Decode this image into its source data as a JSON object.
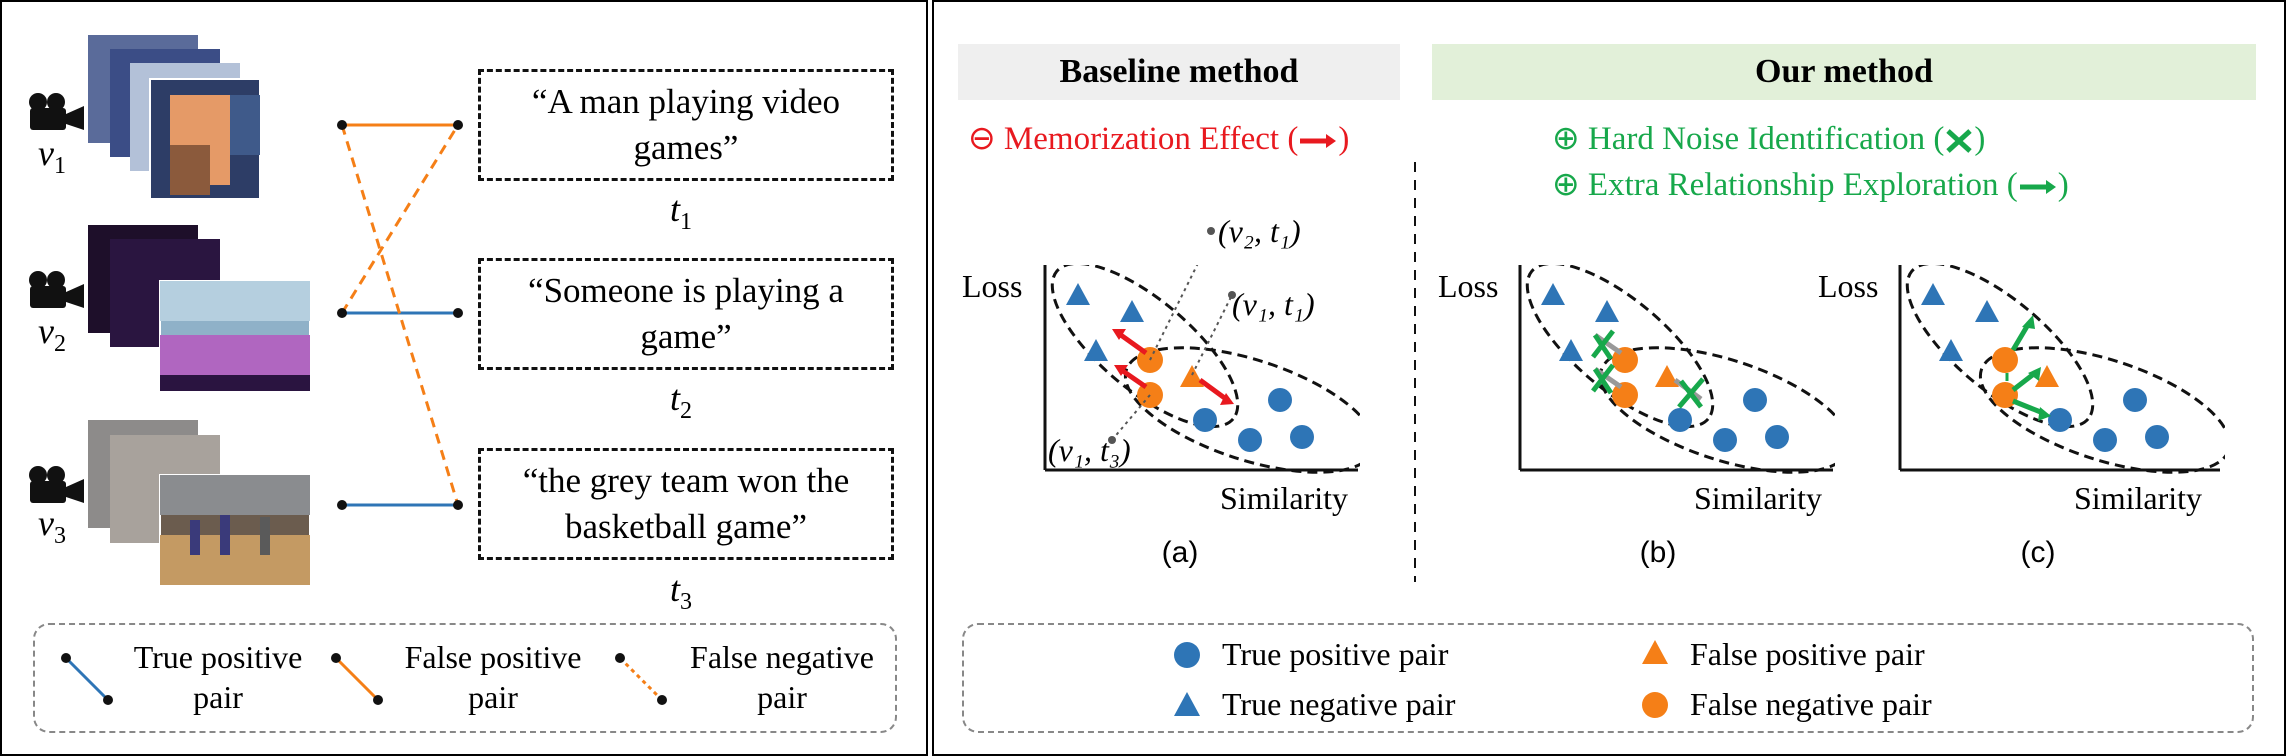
{
  "left": {
    "videos": [
      {
        "label": "v",
        "sub": "1"
      },
      {
        "label": "v",
        "sub": "2"
      },
      {
        "label": "v",
        "sub": "3"
      }
    ],
    "texts": [
      {
        "content": "“A man playing video games”",
        "label": "t",
        "sub": "1"
      },
      {
        "content": "“Someone is playing a game”",
        "label": "t",
        "sub": "2"
      },
      {
        "content": "“the grey team won the basketball game”",
        "label": "t",
        "sub": "3"
      }
    ],
    "legend": {
      "true_pos": "True positive pair",
      "false_pos": "False positive pair",
      "false_neg": "False negative pair"
    }
  },
  "right": {
    "baseline_header": "Baseline method",
    "our_header": "Our method",
    "memorization": "Memorization Effect (",
    "hard_noise": "Hard Noise Identification (",
    "extra_rel": "Extra Relationship Exploration (",
    "close_paren": ")",
    "circle_minus": "⊖",
    "circle_plus": "⊕",
    "axis_y": "Loss",
    "axis_x": "Similarity",
    "annot_v2t1": "(v₂, t₁)",
    "annot_v1t1": "(v₁, t₁)",
    "annot_v1t3": "(v₁, t₃)",
    "sub_a": "(a)",
    "sub_b": "(b)",
    "sub_c": "(c)",
    "legend": {
      "tp": "True positive pair",
      "tn": "True negative pair",
      "fp": "False positive pair",
      "fn": "False negative pair"
    }
  },
  "colors": {
    "blue": "#2e75b6",
    "orange": "#f57f17",
    "red": "#e8191f",
    "green": "#17a84b",
    "baseline_bg": "#efefef",
    "our_bg": "#e2f0d9"
  }
}
